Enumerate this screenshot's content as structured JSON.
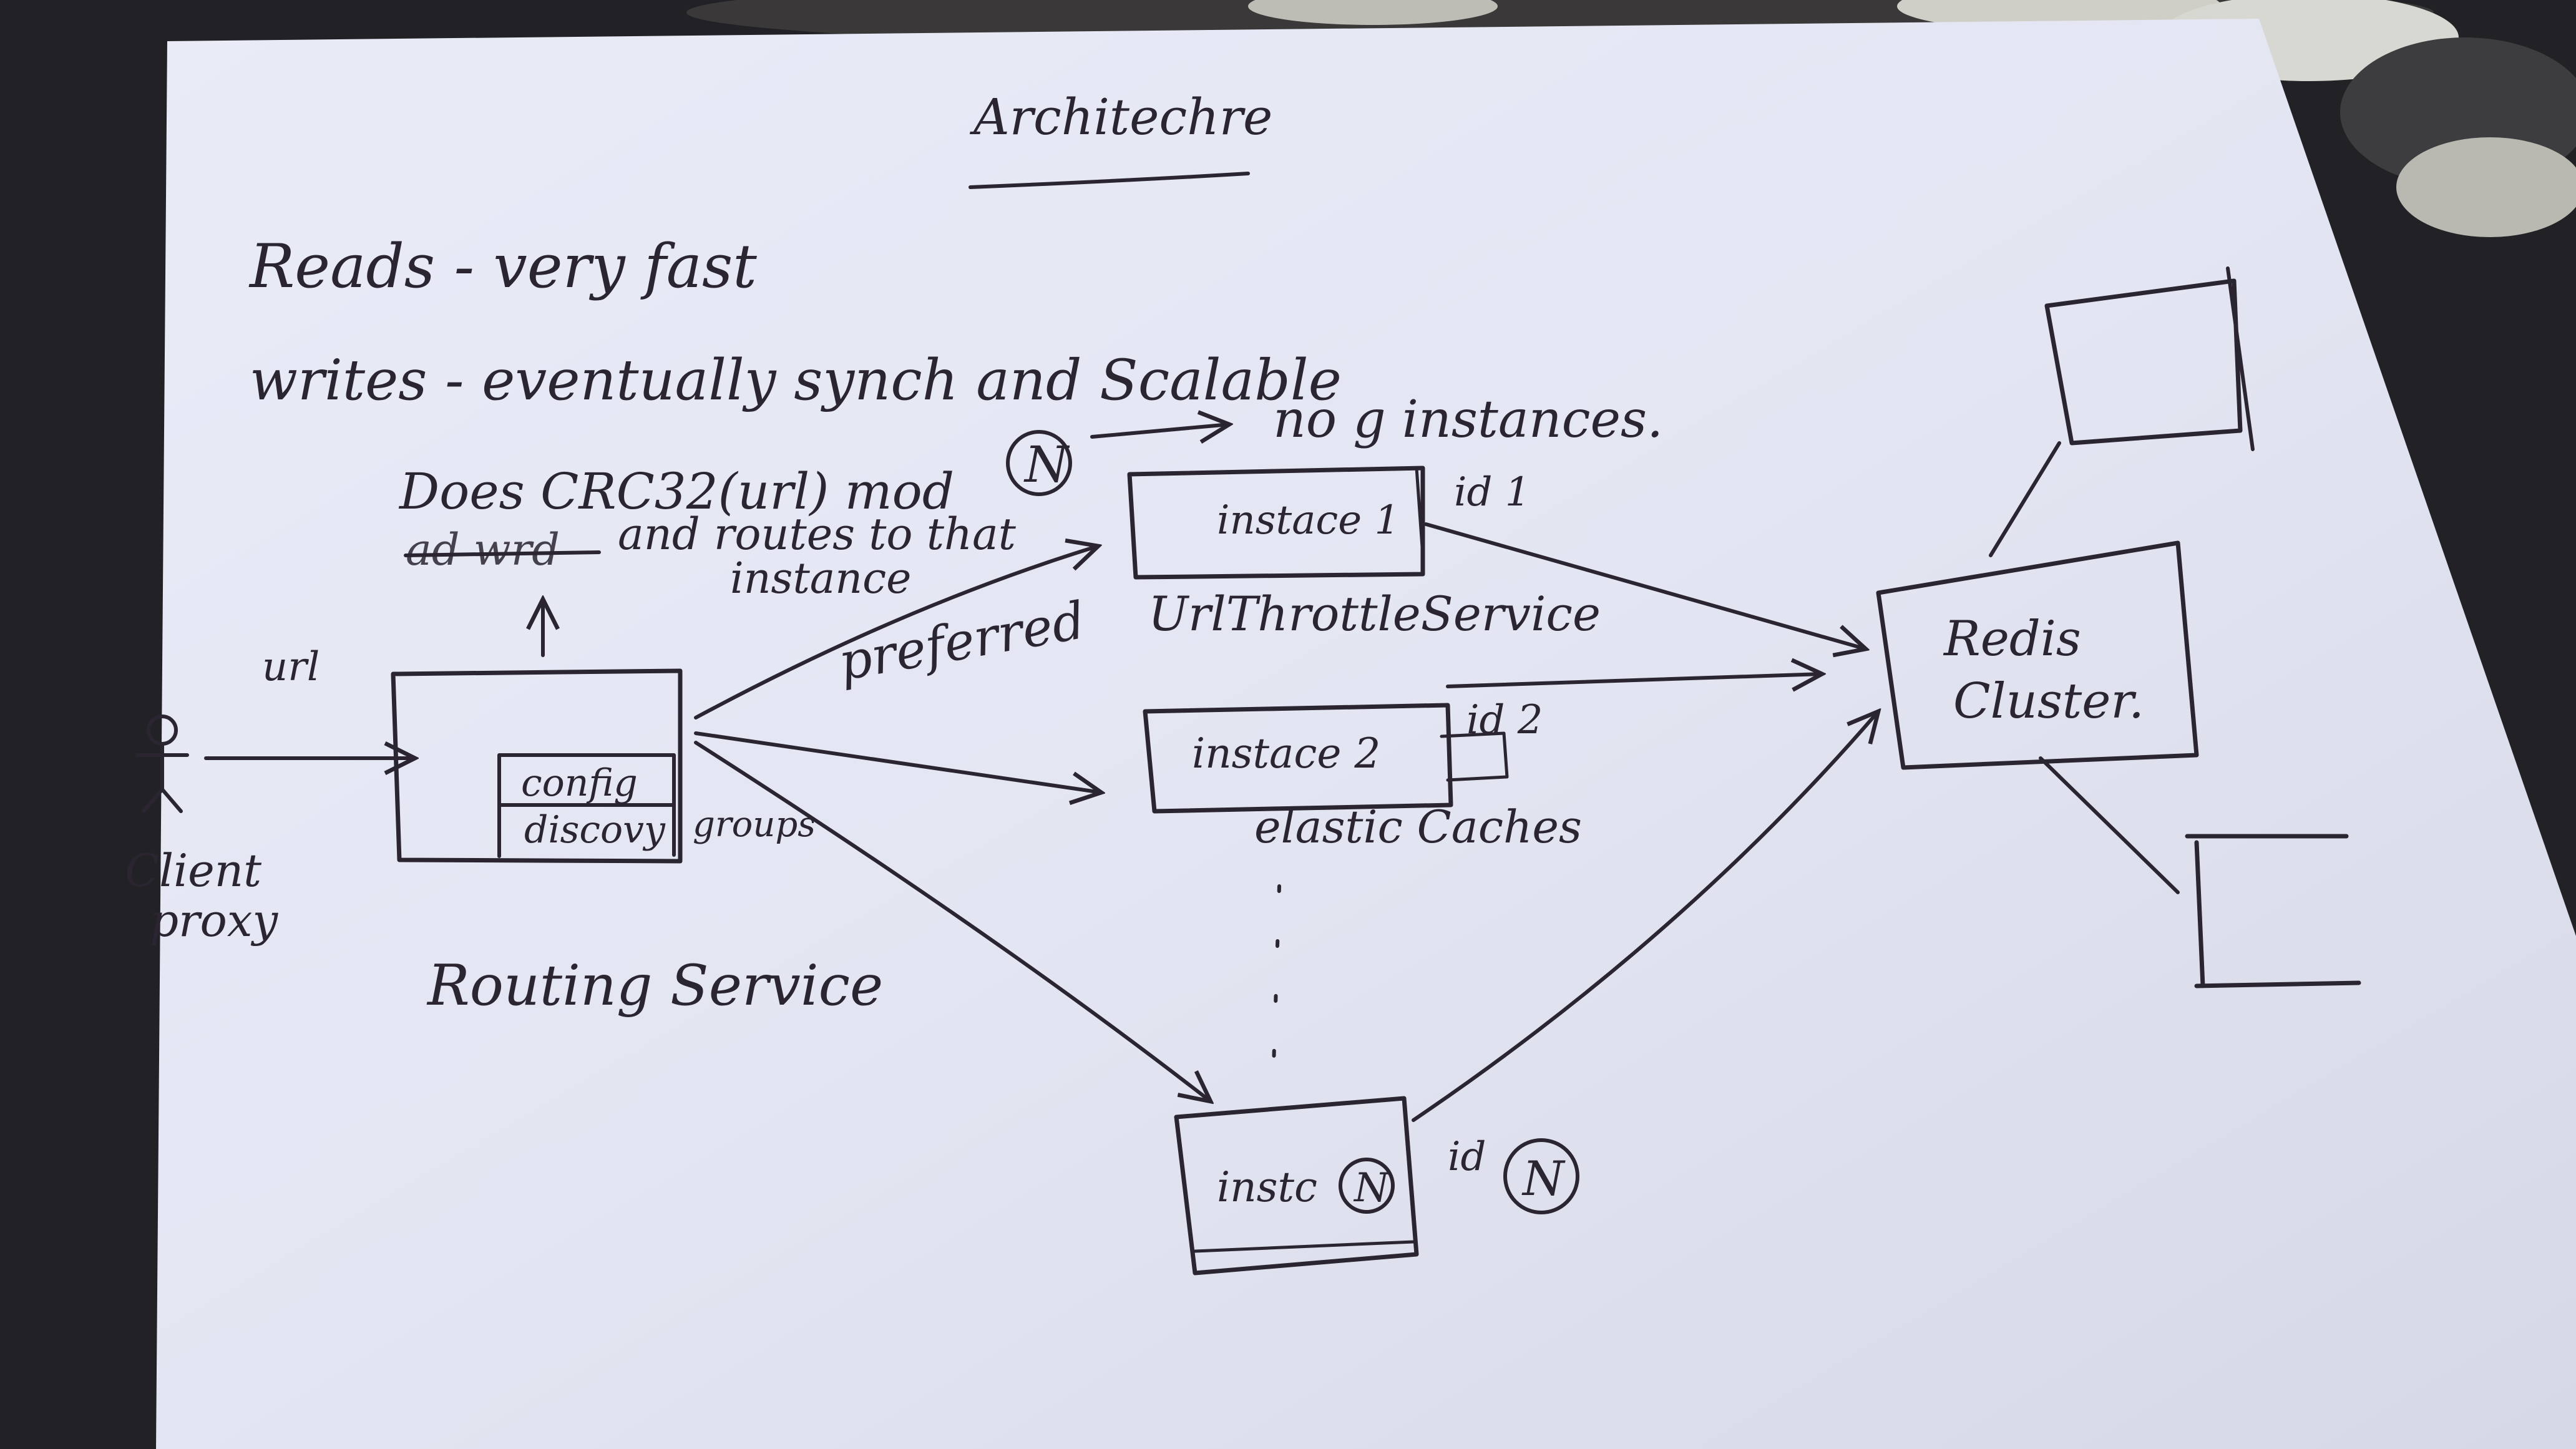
{
  "title": "Architechre",
  "notes": {
    "reads": "Reads - very fast",
    "writes": "writes - eventually synch and Scalable",
    "mod_instances": "no g instances.",
    "does_line": "Does CRC32(url) mod",
    "routes_line": "and routes to that",
    "routes_line2": "instance",
    "preferred": "preferred",
    "service_name": "UrlThrottleService",
    "elastic_caches": "elastic Caches"
  },
  "client": {
    "label_line1": "Client",
    "label_line2": "proxy",
    "url_label": "url"
  },
  "routing_service": {
    "label": "Routing Service",
    "config_label": "config",
    "discovery_label": "discovy",
    "groups_label": "groups"
  },
  "instances": [
    {
      "label": "instace 1",
      "id_label": "id 1"
    },
    {
      "label": "instace 2",
      "id_label": "id 2"
    },
    {
      "label": "instc",
      "id_label": "id"
    }
  ],
  "n_marker": "N",
  "redis": {
    "line1": "Redis",
    "line2": "Cluster."
  }
}
